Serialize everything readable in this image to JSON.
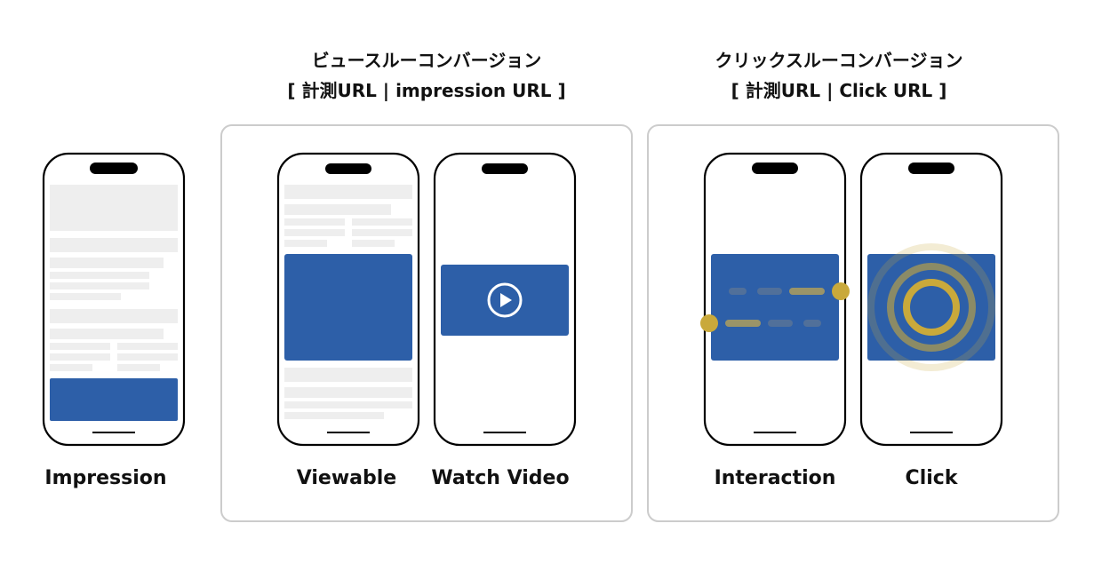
{
  "sections": {
    "viewthrough": {
      "title": "ビュースルーコンバージョン",
      "subtitle": "[ 計測URL | impression URL ]"
    },
    "clickthrough": {
      "title": "クリックスルーコンバージョン",
      "subtitle": "[ 計測URL | Click URL ]"
    }
  },
  "phones": {
    "impression": "Impression",
    "viewable": "Viewable",
    "watch_video": "Watch Video",
    "interaction": "Interaction",
    "click": "Click"
  },
  "colors": {
    "ad_blue": "#2d5fa8",
    "accent_gold": "#c9a93b",
    "placeholder_grey": "#eeeeee",
    "panel_border": "#cccccc"
  }
}
